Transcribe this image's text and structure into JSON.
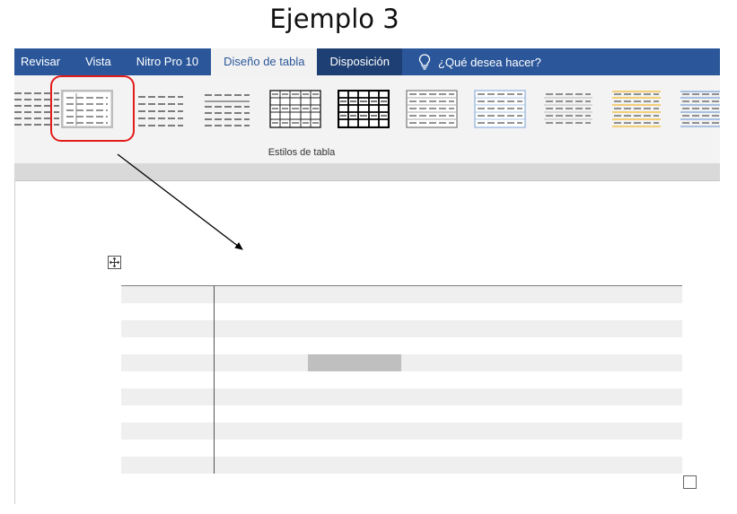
{
  "title": "Ejemplo 3",
  "ribbon": {
    "tabs": [
      {
        "label": "Revisar"
      },
      {
        "label": "Vista"
      },
      {
        "label": "Nitro Pro 10"
      },
      {
        "label": "Diseño de tabla",
        "active": true
      },
      {
        "label": "Disposición"
      }
    ],
    "tell_me": "¿Qué desea hacer?",
    "group_label": "Estilos de tabla",
    "accent_color": "#2b579a"
  },
  "table_styles": [
    {
      "style": "plain-lines",
      "selected": false
    },
    {
      "style": "light-grid-header",
      "selected": true
    },
    {
      "style": "plain-dashes",
      "selected": false
    },
    {
      "style": "header-line",
      "selected": false
    },
    {
      "style": "grid",
      "selected": false
    },
    {
      "style": "grid-dark",
      "selected": false
    },
    {
      "style": "grid-gray",
      "selected": false
    },
    {
      "style": "grid-blue",
      "selected": false
    },
    {
      "style": "dashes-gray",
      "selected": false
    },
    {
      "style": "dashes-gold",
      "selected": false
    },
    {
      "style": "dashes-blue",
      "selected": false
    }
  ],
  "annotation": {
    "highlight_color": "#e31b1b"
  },
  "document_table": {
    "rows": 11,
    "columns": 2,
    "selected_cell": {
      "row": 5,
      "column": 2
    }
  }
}
